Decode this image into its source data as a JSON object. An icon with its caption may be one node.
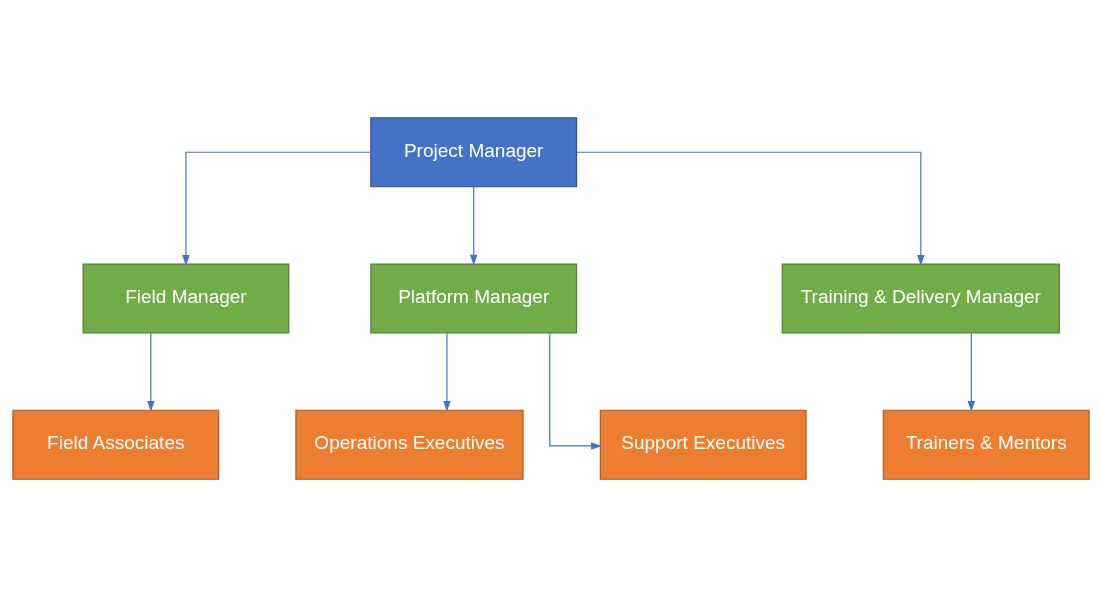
{
  "diagram": {
    "nodes": [
      {
        "text": [
          "Project Manager"
        ]
      },
      {
        "text": [
          "Field Manager"
        ]
      },
      {
        "text": [
          "Platform Manager"
        ]
      },
      {
        "text": [
          "Training & Delivery Manager"
        ]
      },
      {
        "text": [
          "Field Associates"
        ]
      },
      {
        "text": [
          "Operations Executives"
        ]
      },
      {
        "text": [
          "Support Executives"
        ]
      },
      {
        "text": [
          "Trainers & Mentors"
        ]
      }
    ],
    "edges": [
      {
        "from": 0,
        "to": 1,
        "arrow": "to"
      },
      {
        "from": 0,
        "to": 2,
        "arrow": "to"
      },
      {
        "from": 0,
        "to": 3,
        "arrow": "to"
      },
      {
        "from": 1,
        "to": 4,
        "arrow": "to"
      },
      {
        "from": 2,
        "to": 5,
        "arrow": "to"
      },
      {
        "from": 2,
        "to": 6,
        "arrow": "to"
      },
      {
        "from": 3,
        "to": 7,
        "arrow": "to"
      }
    ]
  }
}
